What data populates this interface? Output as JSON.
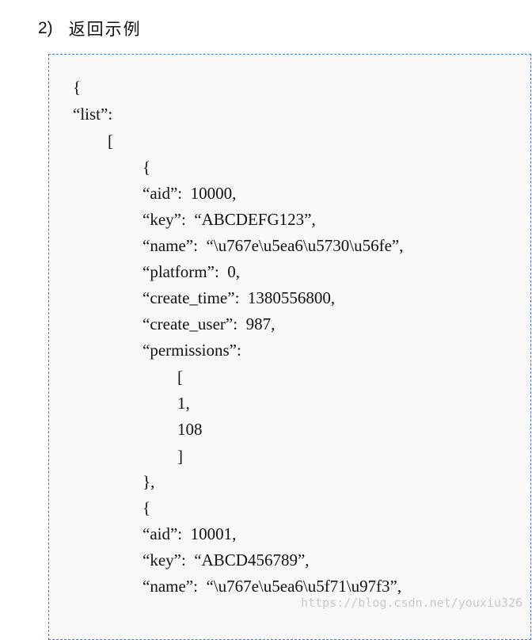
{
  "heading": {
    "number": "2)",
    "title": "返回示例"
  },
  "code_lines": [
    "{",
    "“list”:",
    "[",
    "{",
    "“aid”:  10000,",
    "“key”:  “ABCDEFG123”,",
    "“name”:  “\\u767e\\u5ea6\\u5730\\u56fe”,",
    "“platform”:  0,",
    "“create_time”:  1380556800,",
    "“create_user”:  987,",
    "“permissions”:",
    "[",
    "1,",
    "108",
    "]",
    "},",
    "{",
    "“aid”:  10001,",
    "“key”:  “ABCD456789”,",
    "“name”:  “\\u767e\\u5ea6\\u5f71\\u97f3”,"
  ],
  "watermark": "https://blog.csdn.net/youxiu326"
}
